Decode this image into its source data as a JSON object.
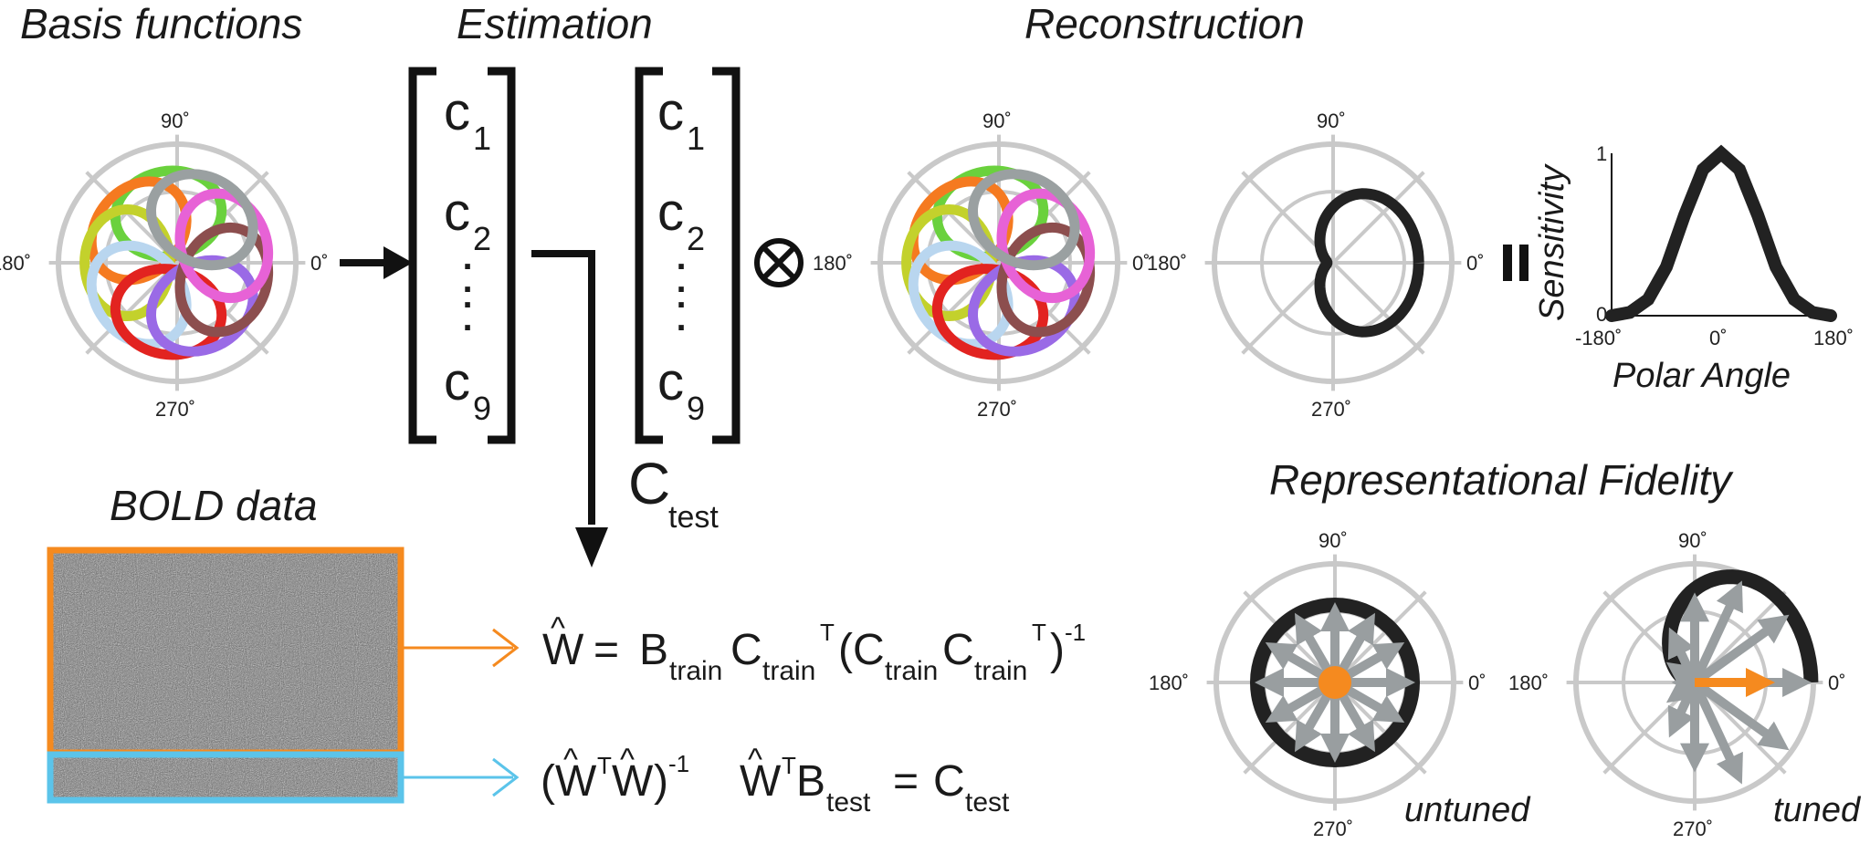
{
  "titles": {
    "basis": "Basis functions",
    "estimation": "Estimation",
    "reconstruction": "Reconstruction",
    "bold": "BOLD data",
    "fidelity": "Representational Fidelity"
  },
  "angles": {
    "a90": "90˚",
    "a180": "180˚",
    "a0": "0˚",
    "a270": "270˚"
  },
  "vector": {
    "c1": "c",
    "c1_sub": "1",
    "c2": "c",
    "c2_sub": "2",
    "dots": ":",
    "c9": "c",
    "c9_sub": "9"
  },
  "c_test": {
    "main": "C",
    "sub": "test"
  },
  "operators": {
    "tensor": "⊗",
    "equals": "="
  },
  "tuning_plot": {
    "ylabel": "Sensitivity",
    "xlabel": "Polar Angle",
    "y_ticks": [
      "0",
      "1"
    ],
    "x_ticks": [
      "-180˚",
      "0˚",
      "180˚"
    ]
  },
  "equation1": {
    "w": "W",
    "hat": "^",
    "eq": "=",
    "b": "B",
    "b_sub": "train",
    "c": "C",
    "c_sub": "train",
    "t_sup": "T",
    "open": "(",
    "c2": "C",
    "c2_sub": "train",
    "c3": "C",
    "c3_sub": "train",
    "t2_sup": "T",
    "close": ")",
    "inv": "-1"
  },
  "equation2": {
    "open": "(",
    "w1": "W",
    "t1": "T",
    "w2": "W",
    "close": ")",
    "inv": "-1",
    "w3": "W",
    "t3": "T",
    "b": "B",
    "b_sub": "test",
    "eq": "=",
    "c": "C",
    "c_sub": "test"
  },
  "labels": {
    "untuned": "untuned",
    "tuned": "tuned"
  },
  "colors": {
    "basis": [
      "#6ad13d",
      "#f57a20",
      "#c3d12c",
      "#b9d6ef",
      "#e22320",
      "#9a6ae6",
      "#8c4e4e",
      "#e762d6",
      "#9aa0a1"
    ],
    "polar_grid": "#c9c9c9",
    "curve": "#222222",
    "arrow_gray": "#999ea0",
    "orange": "#f58a1f",
    "train_box": "#f58a1f",
    "test_box": "#5bc4ea",
    "noise_bg": "#6f6f6f"
  },
  "chart_data": {
    "type": "line",
    "x": [
      -180,
      -150,
      -120,
      -90,
      -60,
      -30,
      0,
      30,
      60,
      90,
      120,
      150,
      180
    ],
    "series": [
      {
        "values": [
          0,
          0.02,
          0.1,
          0.3,
          0.62,
          0.9,
          1,
          0.9,
          0.62,
          0.3,
          0.1,
          0.02,
          0
        ]
      }
    ],
    "ylabel": "Sensitivity",
    "xlabel": "Polar Angle",
    "xlim": [
      -180,
      180
    ],
    "ylim": [
      0,
      1
    ]
  }
}
